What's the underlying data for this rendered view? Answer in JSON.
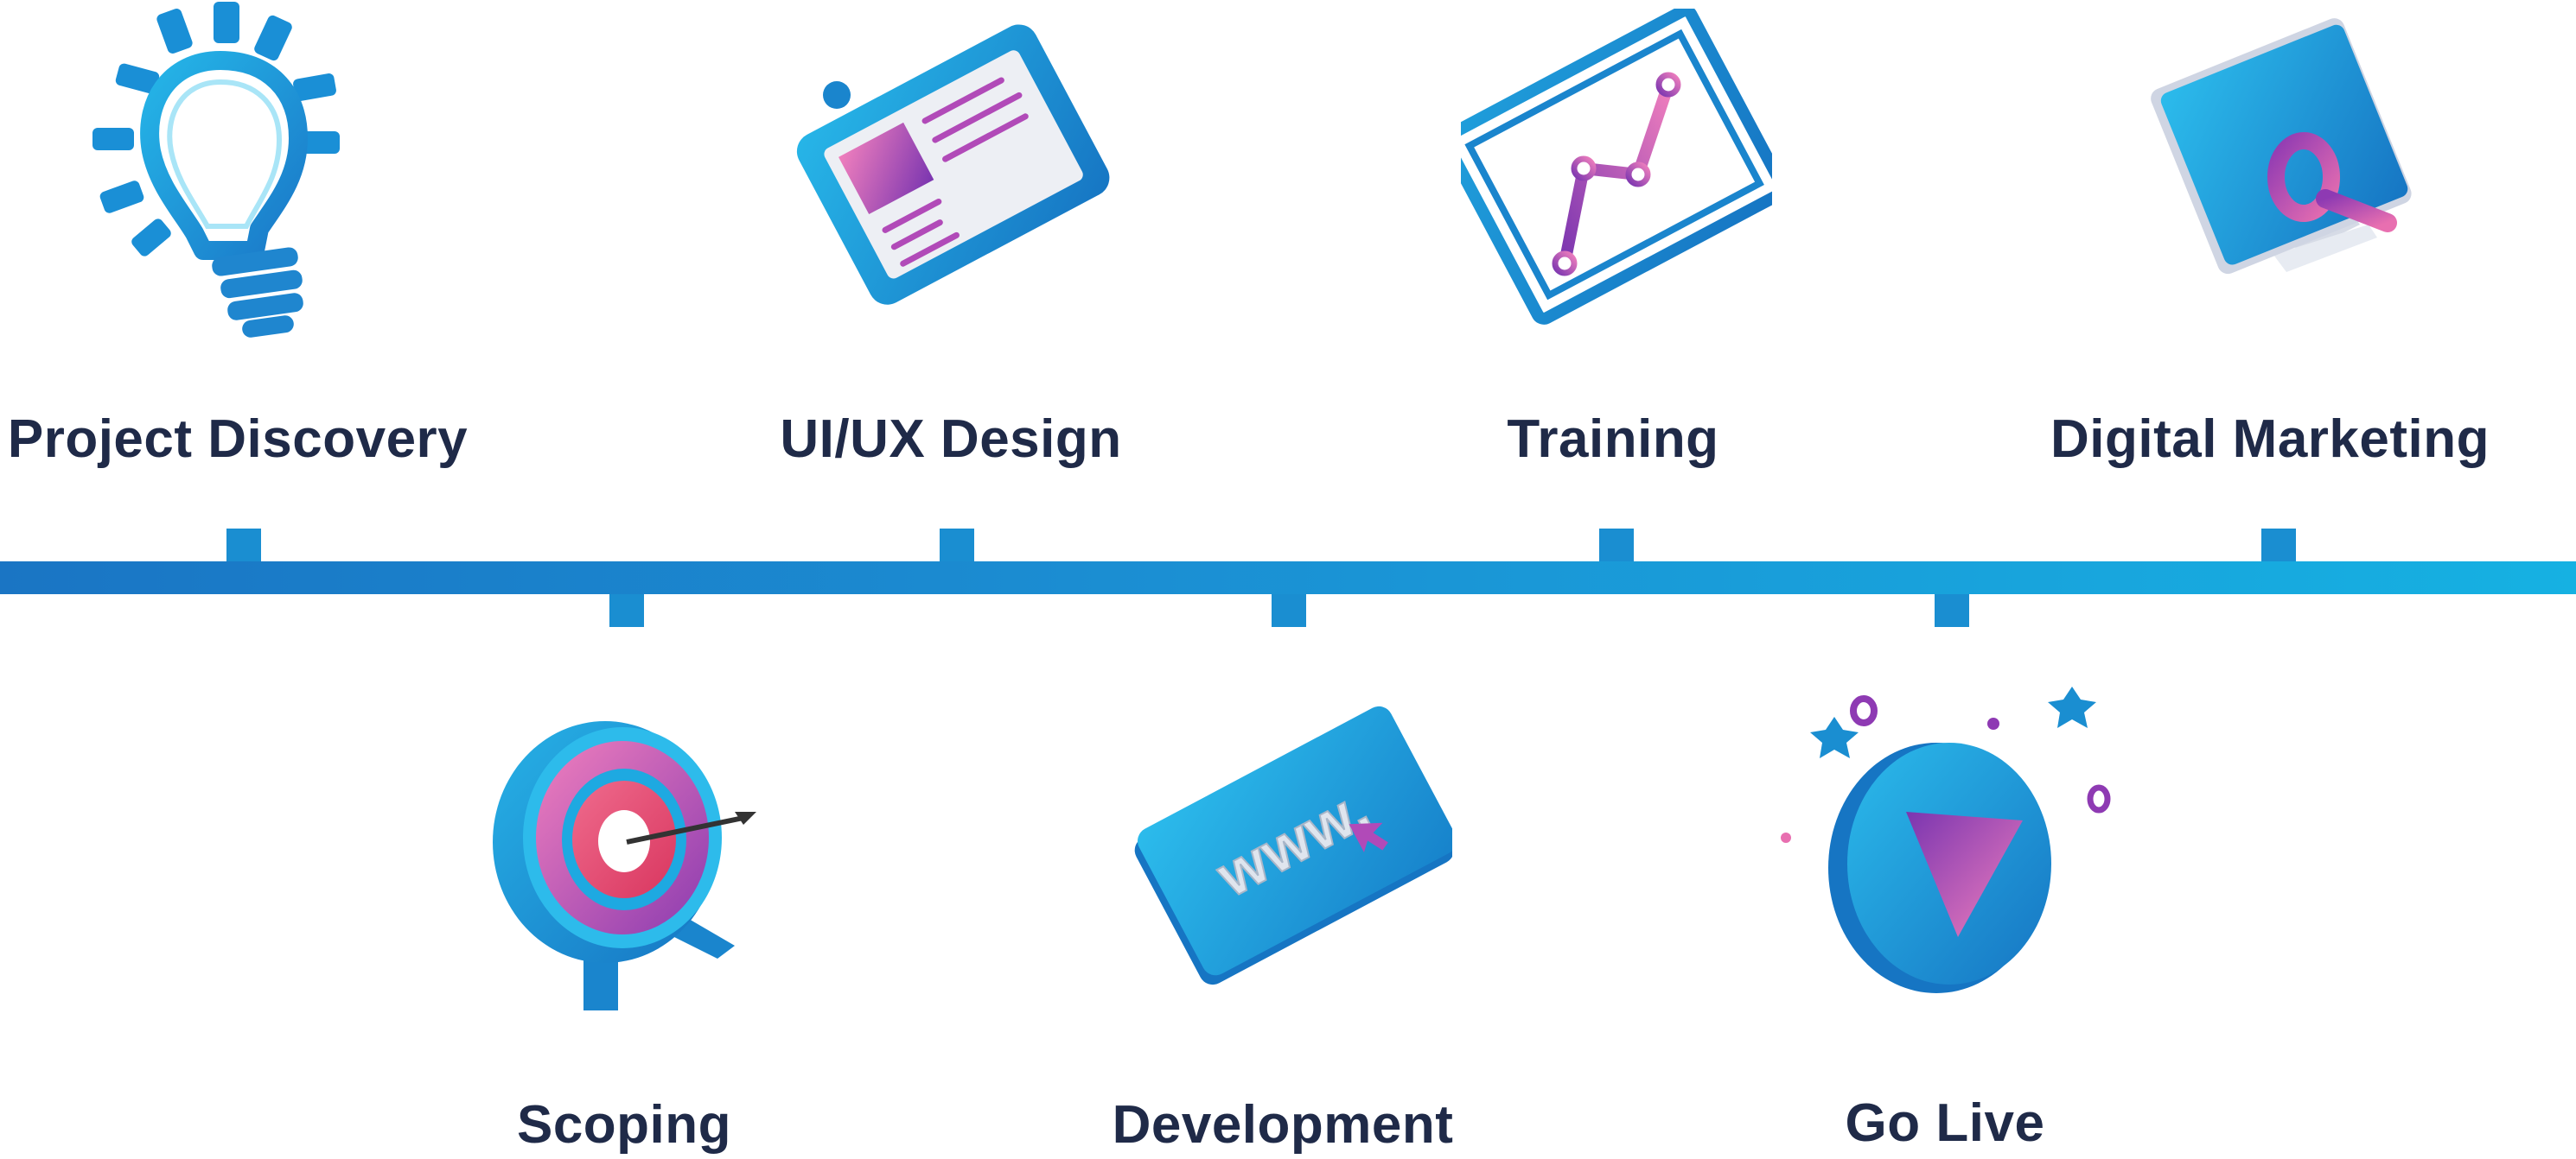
{
  "timeline": {
    "steps": [
      {
        "label": "Project Discovery",
        "icon": "lightbulb-icon",
        "position": "above"
      },
      {
        "label": "Scoping",
        "icon": "target-icon",
        "position": "below"
      },
      {
        "label": "UI/UX Design",
        "icon": "design-card-icon",
        "position": "above"
      },
      {
        "label": "Development",
        "icon": "www-browser-icon",
        "position": "below"
      },
      {
        "label": "Training",
        "icon": "line-chart-icon",
        "position": "above"
      },
      {
        "label": "Go Live",
        "icon": "play-button-icon",
        "position": "below"
      },
      {
        "label": "Digital Marketing",
        "icon": "monitor-magnifier-icon",
        "position": "above"
      }
    ],
    "colors": {
      "line": "#1a8ed1",
      "icon_blue": "#1ea7de",
      "accent_purple": "#8e3ab3",
      "accent_pink": "#e86fb0",
      "label_text": "#1f2a48"
    }
  }
}
